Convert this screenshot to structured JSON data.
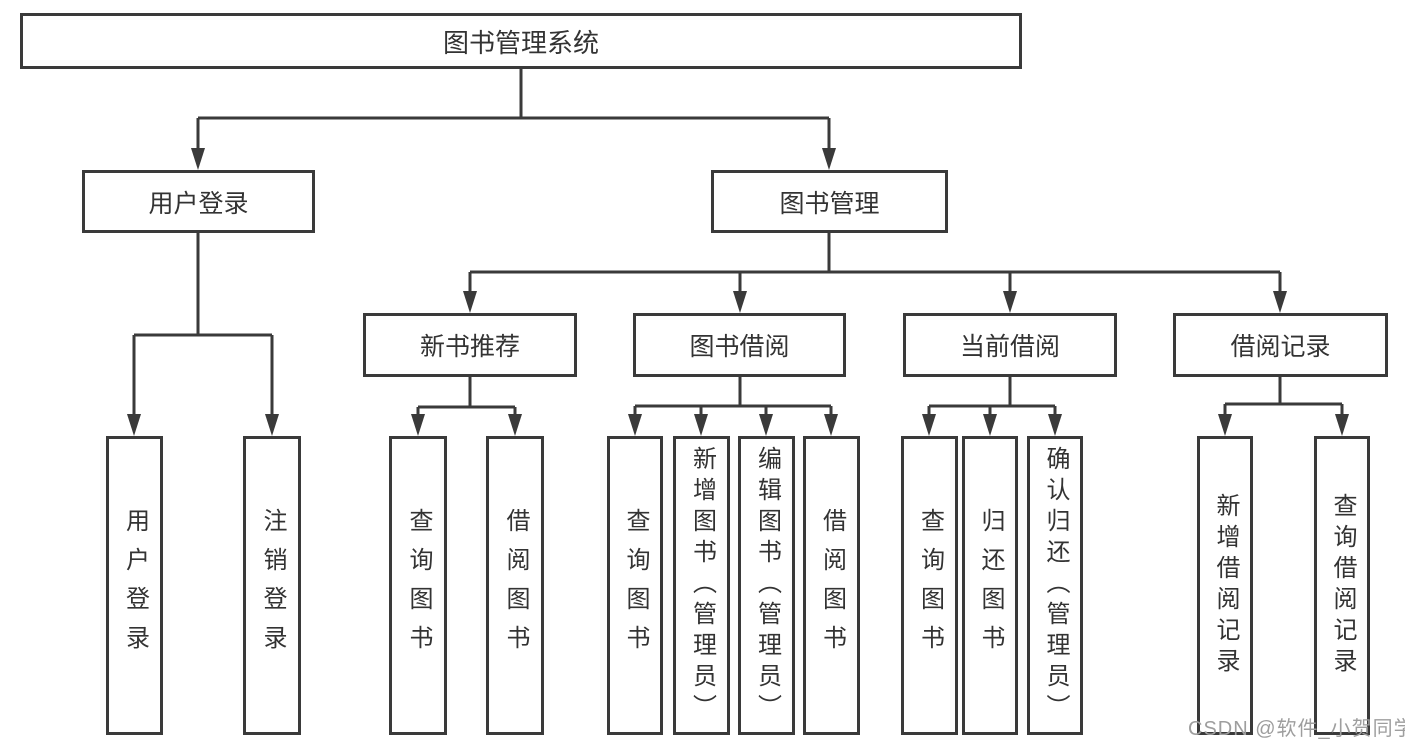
{
  "tree": {
    "label": "图书管理系统",
    "children": [
      {
        "label": "用户登录",
        "children": [
          {
            "label": "用户登录"
          },
          {
            "label": "注销登录"
          }
        ]
      },
      {
        "label": "图书管理",
        "children": [
          {
            "label": "新书推荐",
            "children": [
              {
                "label": "查询图书"
              },
              {
                "label": "借阅图书"
              }
            ]
          },
          {
            "label": "图书借阅",
            "children": [
              {
                "label": "查询图书"
              },
              {
                "label": "新增图书（管理员）"
              },
              {
                "label": "编辑图书（管理员）"
              },
              {
                "label": "借阅图书"
              }
            ]
          },
          {
            "label": "当前借阅",
            "children": [
              {
                "label": "查询图书"
              },
              {
                "label": "归还图书"
              },
              {
                "label": "确认归还（管理员）"
              }
            ]
          },
          {
            "label": "借阅记录",
            "children": [
              {
                "label": "新增借阅记录"
              },
              {
                "label": "查询借阅记录"
              }
            ]
          }
        ]
      }
    ]
  },
  "watermark": {
    "text": "CSDN @软件_小贺同学"
  },
  "colors": {
    "line": "#3a3a3a",
    "text": "#333333",
    "watermark": "#9e9e9e",
    "background": "#ffffff"
  }
}
